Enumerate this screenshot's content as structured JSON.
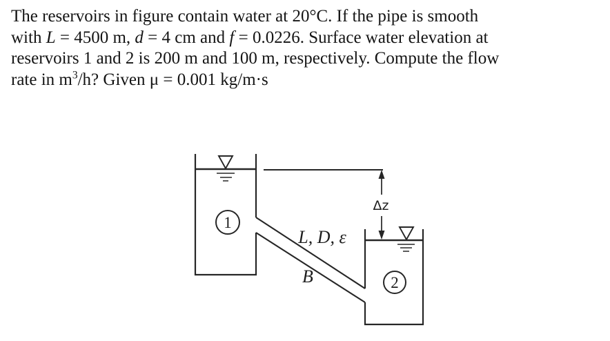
{
  "problem": {
    "lines": [
      {
        "segments": [
          {
            "t": "The reservoirs in figure contain water at 20°C. If the pipe is smooth"
          }
        ]
      },
      {
        "segments": [
          {
            "t": "with "
          },
          {
            "t": "L",
            "i": true
          },
          {
            "t": " = 4500 m, "
          },
          {
            "t": "d",
            "i": true
          },
          {
            "t": " = 4 cm and "
          },
          {
            "t": "f",
            "i": true
          },
          {
            "t": " = 0.0226. Surface water elevation at"
          }
        ]
      },
      {
        "segments": [
          {
            "t": "reservoirs 1 and 2 is 200 m and 100 m, respectively. Compute the flow"
          }
        ]
      },
      {
        "segments": [
          {
            "t": "rate in m"
          },
          {
            "t": "3",
            "sup": true
          },
          {
            "t": "/h? Given μ = 0.001 kg/m·s"
          }
        ]
      }
    ]
  },
  "diagram": {
    "reservoir1_label": "1",
    "reservoir2_label": "2",
    "pipe_label": "L, D, ε",
    "point_b_label": "B",
    "delta_z_label": "Δz"
  },
  "colors": {
    "ink": "#262626",
    "background": "#ffffff"
  }
}
